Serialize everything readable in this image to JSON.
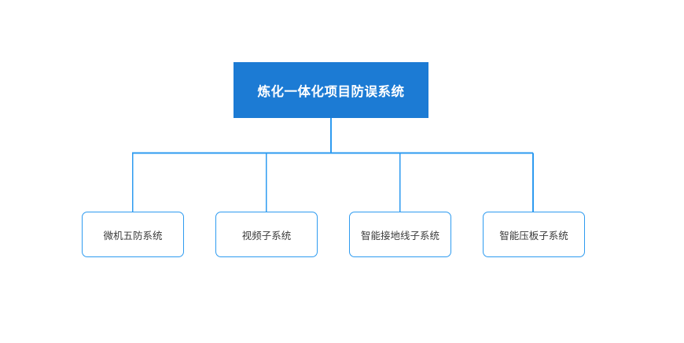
{
  "diagram": {
    "type": "organization-chart",
    "orientation": "top-down",
    "background_color": "#ffffff",
    "root": {
      "label": "炼化一体化项目防误系统",
      "fill_color": "#1C7BD4",
      "text_color": "#ffffff"
    },
    "connector": {
      "color": "#2E9BF0",
      "width": 1.6
    },
    "children": [
      {
        "label": "微机五防系统",
        "border_color": "#2E9BF0",
        "fill_color": "#ffffff",
        "text_color": "#3a3a3a"
      },
      {
        "label": "视频子系统",
        "border_color": "#2E9BF0",
        "fill_color": "#ffffff",
        "text_color": "#3a3a3a"
      },
      {
        "label": "智能接地线子系统",
        "border_color": "#2E9BF0",
        "fill_color": "#ffffff",
        "text_color": "#3a3a3a"
      },
      {
        "label": "智能压板子系统",
        "border_color": "#2E9BF0",
        "fill_color": "#ffffff",
        "text_color": "#3a3a3a"
      }
    ]
  }
}
